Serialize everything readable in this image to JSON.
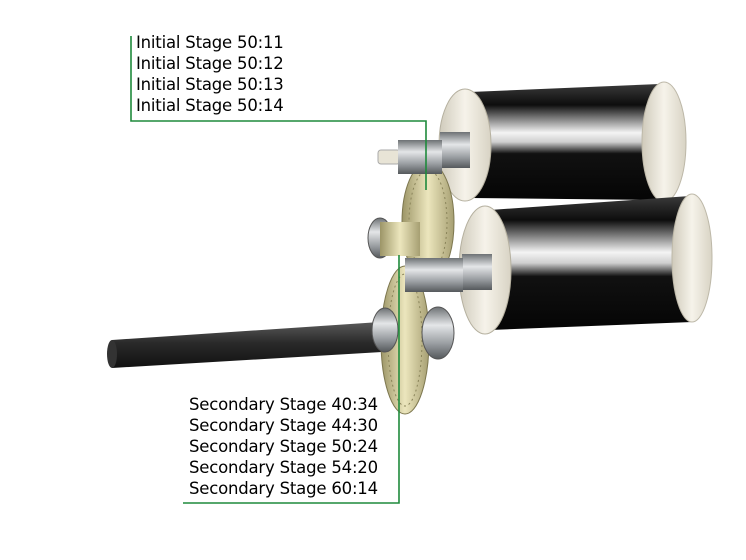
{
  "callouts": {
    "initial_stage": {
      "items": [
        "Initial Stage 50:11",
        "Initial Stage 50:12",
        "Initial Stage 50:13",
        "Initial Stage 50:14"
      ]
    },
    "secondary_stage": {
      "items": [
        "Secondary Stage 40:34",
        "Secondary Stage 44:30",
        "Secondary Stage 50:24",
        "Secondary Stage 54:20",
        "Secondary Stage 60:14"
      ]
    }
  },
  "colors": {
    "leader_line": "#1f8a3c",
    "motor_body": "#141414",
    "motor_end_cap": "#ece8dc",
    "gear_brass": "#cfc9a0",
    "metal": "#b8bcc0",
    "shaft": "#2a2a2a"
  }
}
